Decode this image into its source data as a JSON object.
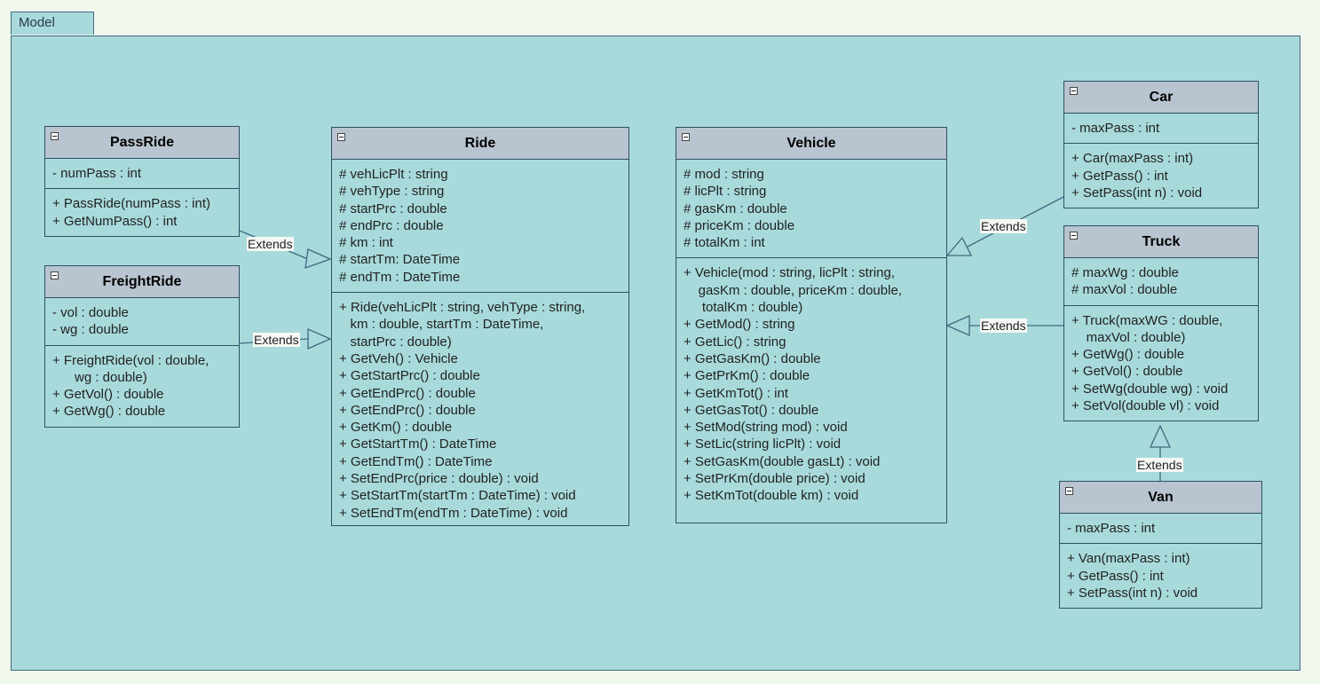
{
  "package": {
    "name": "Model"
  },
  "relation_label": "Extends",
  "classes": {
    "passride": {
      "name": "PassRide",
      "attributes": [
        "- numPass : int"
      ],
      "methods": [
        "+ PassRide(numPass : int)",
        "+ GetNumPass() : int"
      ]
    },
    "freightride": {
      "name": "FreightRide",
      "attributes": [
        "- vol : double",
        "- wg : double"
      ],
      "methods": [
        "+ FreightRide(vol : double,",
        "      wg : double)",
        "+ GetVol() : double",
        "+ GetWg() : double"
      ]
    },
    "ride": {
      "name": "Ride",
      "attributes": [
        "# vehLicPlt : string",
        "# vehType : string",
        "# startPrc : double",
        "# endPrc : double",
        "# km : int",
        "# startTm: DateTime",
        "# endTm : DateTime"
      ],
      "methods": [
        "+ Ride(vehLicPlt : string, vehType : string,",
        "   km : double, startTm : DateTime,",
        "   startPrc : double)",
        "+ GetVeh() : Vehicle",
        "+ GetStartPrc() : double",
        "+ GetEndPrc() : double",
        "+ GetEndPrc() : double",
        "+ GetKm() : double",
        "+ GetStartTm() : DateTime",
        "+ GetEndTm() : DateTime",
        "+ SetEndPrc(price : double) : void",
        "+ SetStartTm(startTm : DateTime) : void",
        "+ SetEndTm(endTm : DateTime) : void"
      ]
    },
    "vehicle": {
      "name": "Vehicle",
      "attributes": [
        "# mod : string",
        "# licPlt : string",
        "# gasKm : double",
        "# priceKm : double",
        "# totalKm : int"
      ],
      "methods": [
        "+ Vehicle(mod : string, licPlt : string,",
        "    gasKm : double, priceKm : double,",
        "     totalKm : double)",
        "+ GetMod() : string",
        "+ GetLic() : string",
        "+ GetGasKm() : double",
        "+ GetPrKm() : double",
        "+ GetKmTot() : int",
        "+ GetGasTot() : double",
        "+ SetMod(string mod) : void",
        "+ SetLic(string licPlt) : void",
        "+ SetGasKm(double gasLt) : void",
        "+ SetPrKm(double price) : void",
        "+ SetKmTot(double km) : void"
      ]
    },
    "car": {
      "name": "Car",
      "attributes": [
        "- maxPass : int"
      ],
      "methods": [
        "+ Car(maxPass : int)",
        "+ GetPass() : int",
        "+ SetPass(int n) : void"
      ]
    },
    "truck": {
      "name": "Truck",
      "attributes": [
        "# maxWg : double",
        "# maxVol : double"
      ],
      "methods": [
        "+ Truck(maxWG : double,",
        "    maxVol : double)",
        "+ GetWg() : double",
        "+ GetVol() : double",
        "+ SetWg(double wg) : void",
        "+ SetVol(double vl) : void"
      ]
    },
    "van": {
      "name": "Van",
      "attributes": [
        "- maxPass : int"
      ],
      "methods": [
        "+ Van(maxPass : int)",
        "+ GetPass() : int",
        "+ SetPass(int n) : void"
      ]
    }
  },
  "colors": {
    "background": "#f0f8ee",
    "package_fill": "#a8dadb",
    "header_fill": "#b8c4cf",
    "border": "#2f4f66",
    "connector": "#3f6a80"
  }
}
